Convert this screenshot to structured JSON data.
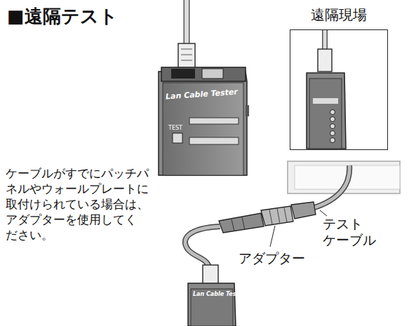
{
  "diagram": {
    "title": "■遠隔テスト",
    "nodes": [
      {
        "text": [
          "遠隔現場"
        ]
      }
    ],
    "labels": [
      "ケーブルがすでにパッチパ ネルやウォールプレートに 取付けられている場合は、 アダプターを使用してく ださい。",
      "テスト ケーブル",
      "アダプター",
      "Lan Cable Tester",
      "TEST",
      "Lan Cable Tester"
    ]
  }
}
